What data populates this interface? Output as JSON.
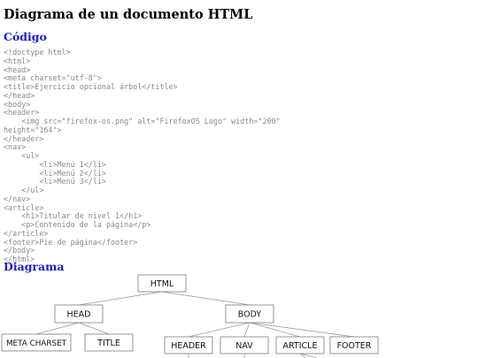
{
  "page": {
    "title": "Diagrama de un documento HTML",
    "code_heading": "Código",
    "diagram_heading": "Diagrama"
  },
  "code_lines": [
    "<!doctype html>",
    "<html>",
    "<head>",
    "<meta charset=\"utf-8\">",
    "<title>Ejercicio opcional árbol</title>",
    "</head>",
    "<body>",
    "<header>",
    "    <img src=\"firefox-os.png\" alt=\"FirefoxOS Logo\" width=\"200\"",
    "height=\"164\">",
    "</header>",
    "<nav>",
    "    <ul>",
    "        <li>Menú 1</li>",
    "        <li>Menú 2</li>",
    "        <li>Menú 3</li>",
    "    </ul>",
    "</nav>",
    "<article>",
    "    <h1>Titular de nivel 1</h1>",
    "    <p>Contenido de la página</p>",
    "</article>",
    "<footer>Pie de página</footer>",
    "</body>",
    "</html>"
  ],
  "diagram": {
    "nodes": {
      "html": "HTML",
      "head": "HEAD",
      "body": "BODY",
      "meta": "META CHARSET",
      "title": "TITLE",
      "header": "HEADER",
      "nav": "NAV",
      "article": "ARTICLE",
      "footer": "FOOTER"
    }
  }
}
